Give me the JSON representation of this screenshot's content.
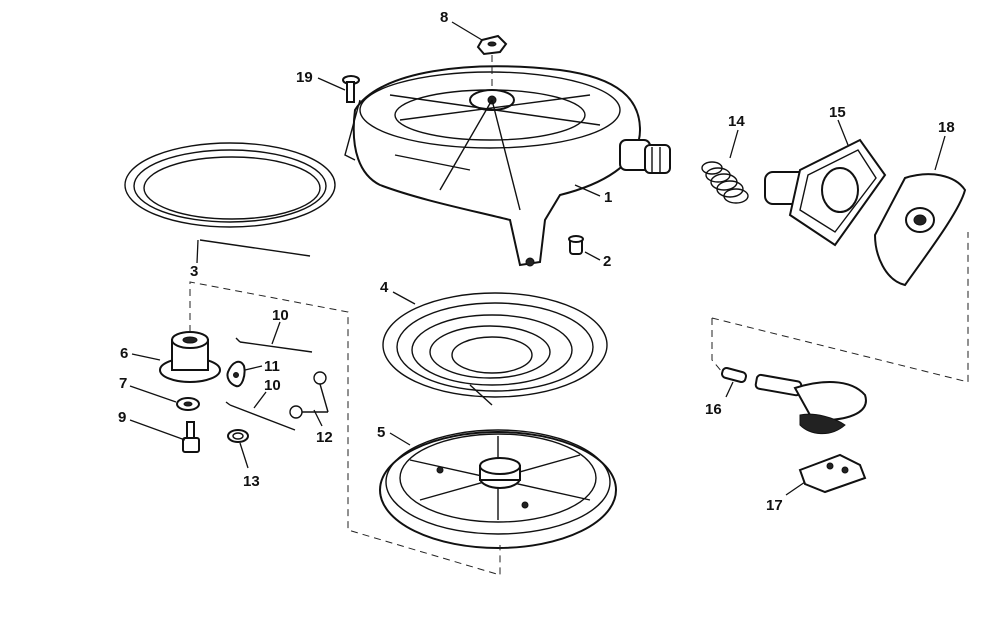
{
  "callouts": {
    "c1": "1",
    "c2": "2",
    "c3": "3",
    "c4": "4",
    "c5": "5",
    "c6": "6",
    "c7": "7",
    "c8": "8",
    "c9": "9",
    "c10a": "10",
    "c10b": "10",
    "c11": "11",
    "c12": "12",
    "c13": "13",
    "c14": "14",
    "c15": "15",
    "c16": "16",
    "c17": "17",
    "c18": "18",
    "c19": "19"
  }
}
